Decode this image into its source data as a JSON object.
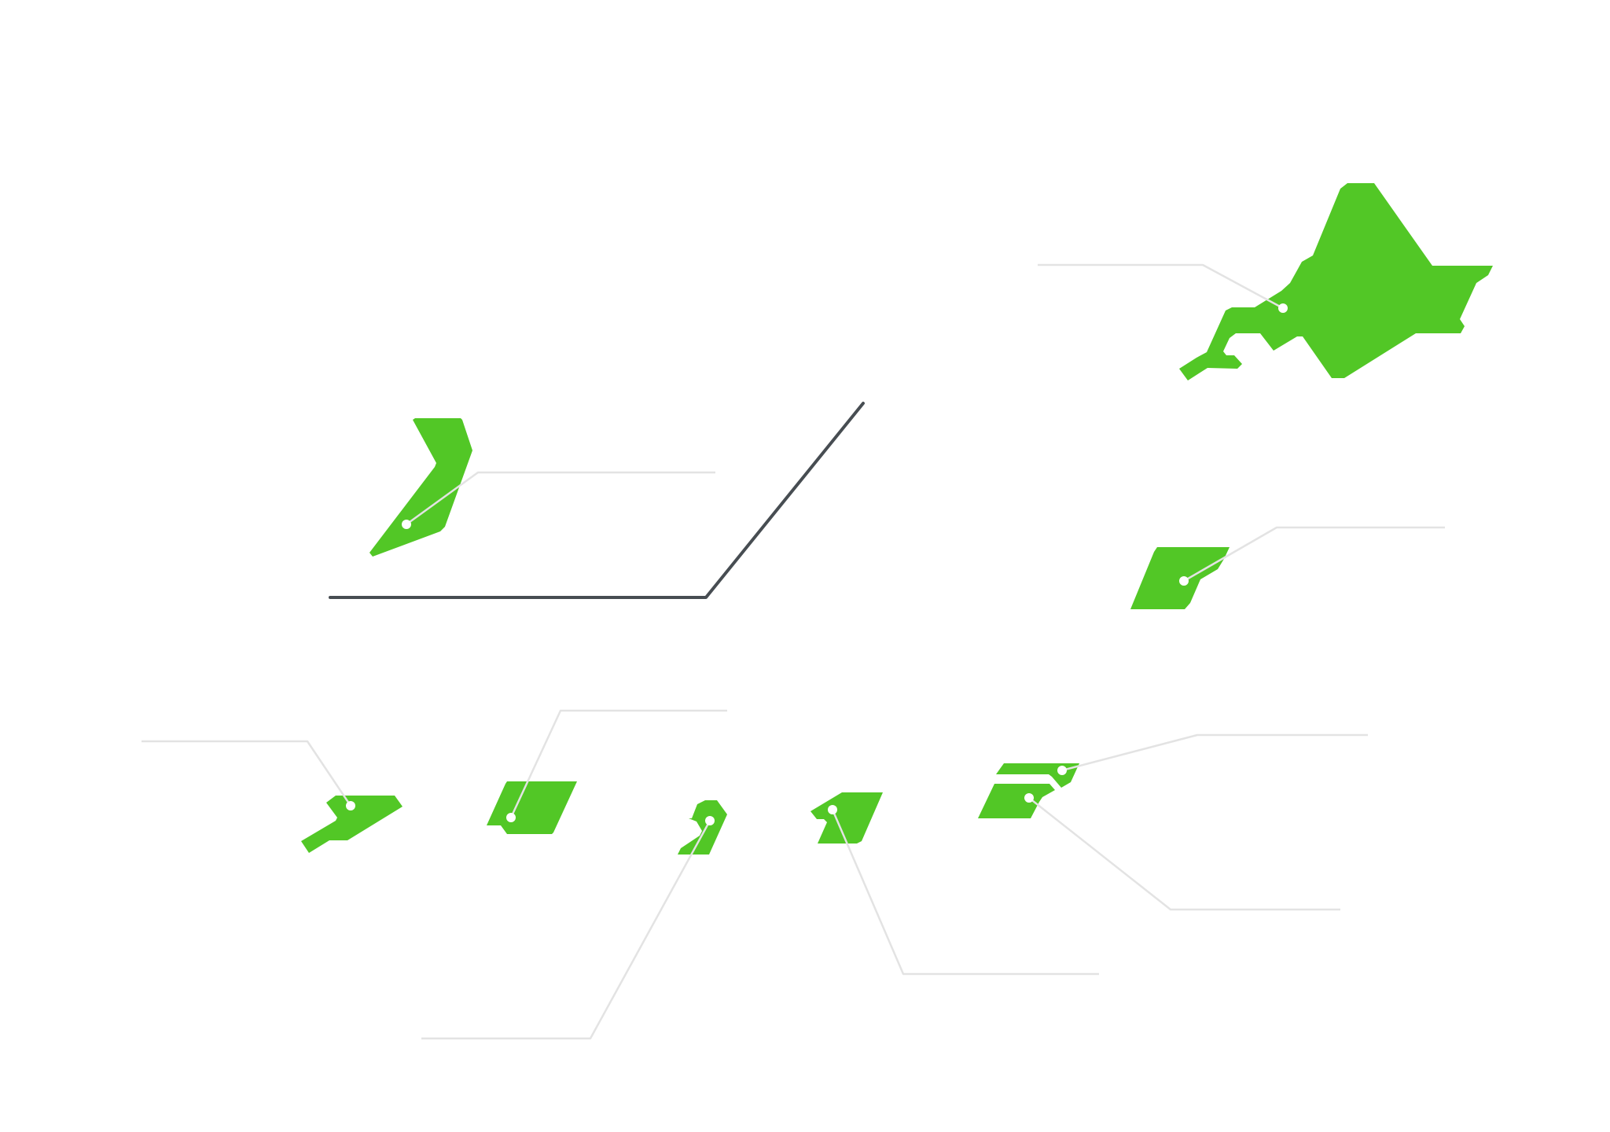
{
  "map": {
    "title": "",
    "colors": {
      "region_fill": "#52c726",
      "leader_line": "#e3e3e3",
      "marker": "#ffffff",
      "inset_divider": "#474d52",
      "background": "#ffffff"
    },
    "regions": [
      {
        "id": "hokkaido",
        "label": ""
      },
      {
        "id": "tohoku",
        "label": ""
      },
      {
        "id": "kanto",
        "label": ""
      },
      {
        "id": "chubu",
        "label": ""
      },
      {
        "id": "kinki",
        "label": ""
      },
      {
        "id": "chugoku",
        "label": ""
      },
      {
        "id": "shikoku",
        "label": ""
      },
      {
        "id": "kyushu",
        "label": ""
      },
      {
        "id": "okinawa",
        "label": ""
      }
    ],
    "inset": {
      "id": "okinawa-inset",
      "label": ""
    }
  }
}
